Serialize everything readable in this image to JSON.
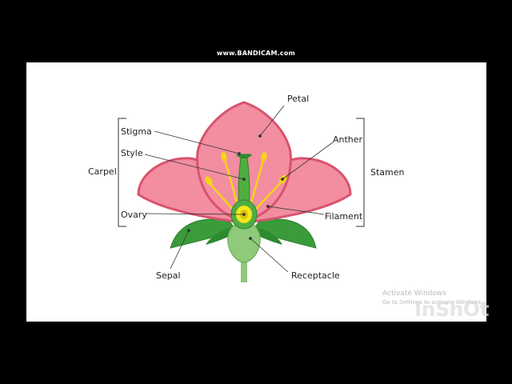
{
  "watermark": "www.BANDICAM.com",
  "diagram": {
    "labels": {
      "petal": "Petal",
      "stigma": "Stigma",
      "style": "Style",
      "carpel": "Carpel",
      "ovary": "Ovary",
      "sepal": "Sepal",
      "anther": "Anther",
      "stamen": "Stamen",
      "filament": "Filament",
      "receptacle": "Receptacle"
    },
    "colors": {
      "petal_fill": "#f28ea0",
      "petal_outline": "#d9536e",
      "sepal": "#3a9b3a",
      "receptacle": "#8fc97a",
      "anther": "#f5d31c",
      "ovary": "#f7e61a"
    }
  },
  "overlay": {
    "activate_title": "Activate Windows",
    "activate_sub": "Go to Settings to activate Windows.",
    "inshot": "InShOt"
  }
}
